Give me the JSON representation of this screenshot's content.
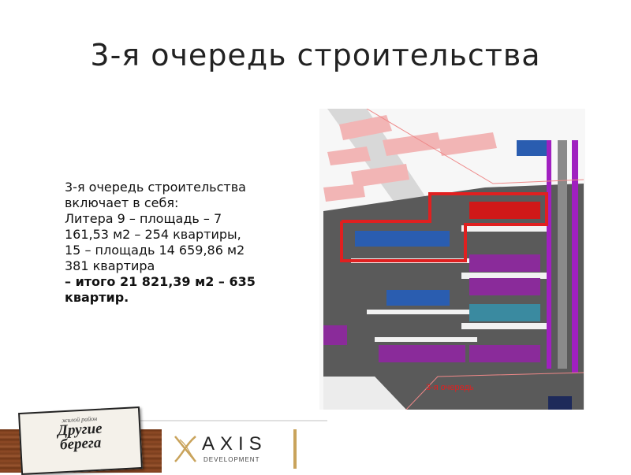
{
  "slide": {
    "title": "3-я очередь строительства",
    "description": [
      "3-я очередь строительства",
      "включает в себя:",
      "Литера 9 – площадь – 7",
      "161,53 м2 – 254 квартиры,",
      "15 – площадь 14 659,86 м2",
      "381 квартира"
    ],
    "total_lines": [
      "– итого 21 821,39 м2 – 635",
      "квартир."
    ]
  },
  "map": {
    "label": "3-я очередь"
  },
  "footer": {
    "badge_small": "жилой район",
    "badge_line1": "Другие",
    "badge_line2": "берега",
    "axis_name": "AXIS",
    "axis_sub": "DEVELOPMENT"
  },
  "colors": {
    "highlight": "#e02020",
    "accent_purple": "#a020c0",
    "accent_blue": "#2a5db0"
  }
}
